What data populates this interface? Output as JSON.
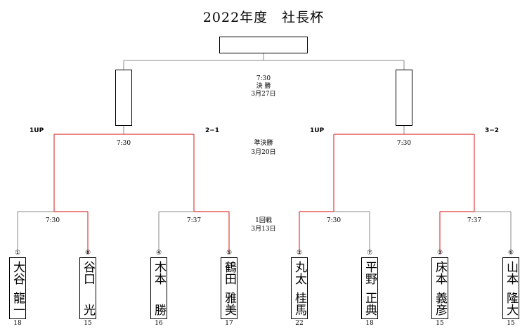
{
  "title": "2022年度　社長杯",
  "rounds": {
    "final": {
      "time": "7:30",
      "name": "決 勝",
      "date": "3月27日"
    },
    "semi": {
      "time": "7:30",
      "name": "準決勝",
      "date": "3月20日"
    },
    "first": {
      "name": "1回戦",
      "date": "3月13日"
    }
  },
  "semi_matches": [
    {
      "time": "7:30",
      "left_score": "1UP",
      "right_score": "2−1"
    },
    {
      "time": "7:30",
      "left_score": "1UP",
      "right_score": "3−2"
    }
  ],
  "first_matches": [
    {
      "time": "7:30"
    },
    {
      "time": "7:37"
    },
    {
      "time": "7:30"
    },
    {
      "time": "7:37"
    }
  ],
  "players": [
    {
      "seed": "①",
      "name_line1": "大谷",
      "name_line2": "龍一",
      "number": "18"
    },
    {
      "seed": "⑧",
      "name_line1": "谷口",
      "name_line2": "光",
      "number": "15"
    },
    {
      "seed": "④",
      "name_line1": "木本",
      "name_line2": "勝",
      "number": "16"
    },
    {
      "seed": "⑤",
      "name_line1": "鶴田",
      "name_line2": "雅美",
      "number": "17"
    },
    {
      "seed": "②",
      "name_line1": "丸太",
      "name_line2": "桂馬",
      "number": "22"
    },
    {
      "seed": "⑦",
      "name_line1": "平野",
      "name_line2": "正典",
      "number": "18"
    },
    {
      "seed": "③",
      "name_line1": "床本",
      "name_line2": "義彦",
      "number": "15"
    },
    {
      "seed": "⑥",
      "name_line1": "山本",
      "name_line2": "隆大",
      "number": "15"
    }
  ],
  "colors": {
    "winner_line": "#e23b3b",
    "line": "#8a8a8a"
  }
}
